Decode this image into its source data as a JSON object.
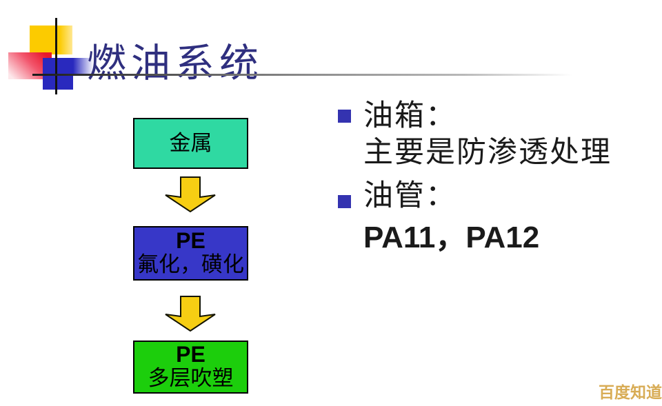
{
  "slide": {
    "title": "燃油系统",
    "flowchart": {
      "boxes": [
        {
          "line1": "金属",
          "fill": "#2FD9A2"
        },
        {
          "line1": "PE",
          "line2": "氟化，磺化",
          "fill": "#3737C8"
        },
        {
          "line1": "PE",
          "line2": "多层吹塑",
          "fill": "#1CCE0C"
        }
      ],
      "arrow_fill": "#F6CE13",
      "arrow_stroke": "#141400"
    },
    "bullets": [
      {
        "heading": "油箱：",
        "body": "主要是防渗透处理",
        "marker_color": "#3433B0"
      },
      {
        "heading": "油管：",
        "body": "PA11，PA12",
        "marker_color": "#3433B0"
      }
    ],
    "watermark": {
      "text": "百度知道",
      "color": "#D8AC55"
    },
    "colors": {
      "background": "#FFFFFF",
      "title": "#2F2F7F",
      "body_text": "#1A1A1A",
      "logo_yellow": "#FCCB00",
      "logo_red": "#E8192C",
      "logo_blue": "#2929BE",
      "divider_gray": "#8A8A8A"
    }
  }
}
